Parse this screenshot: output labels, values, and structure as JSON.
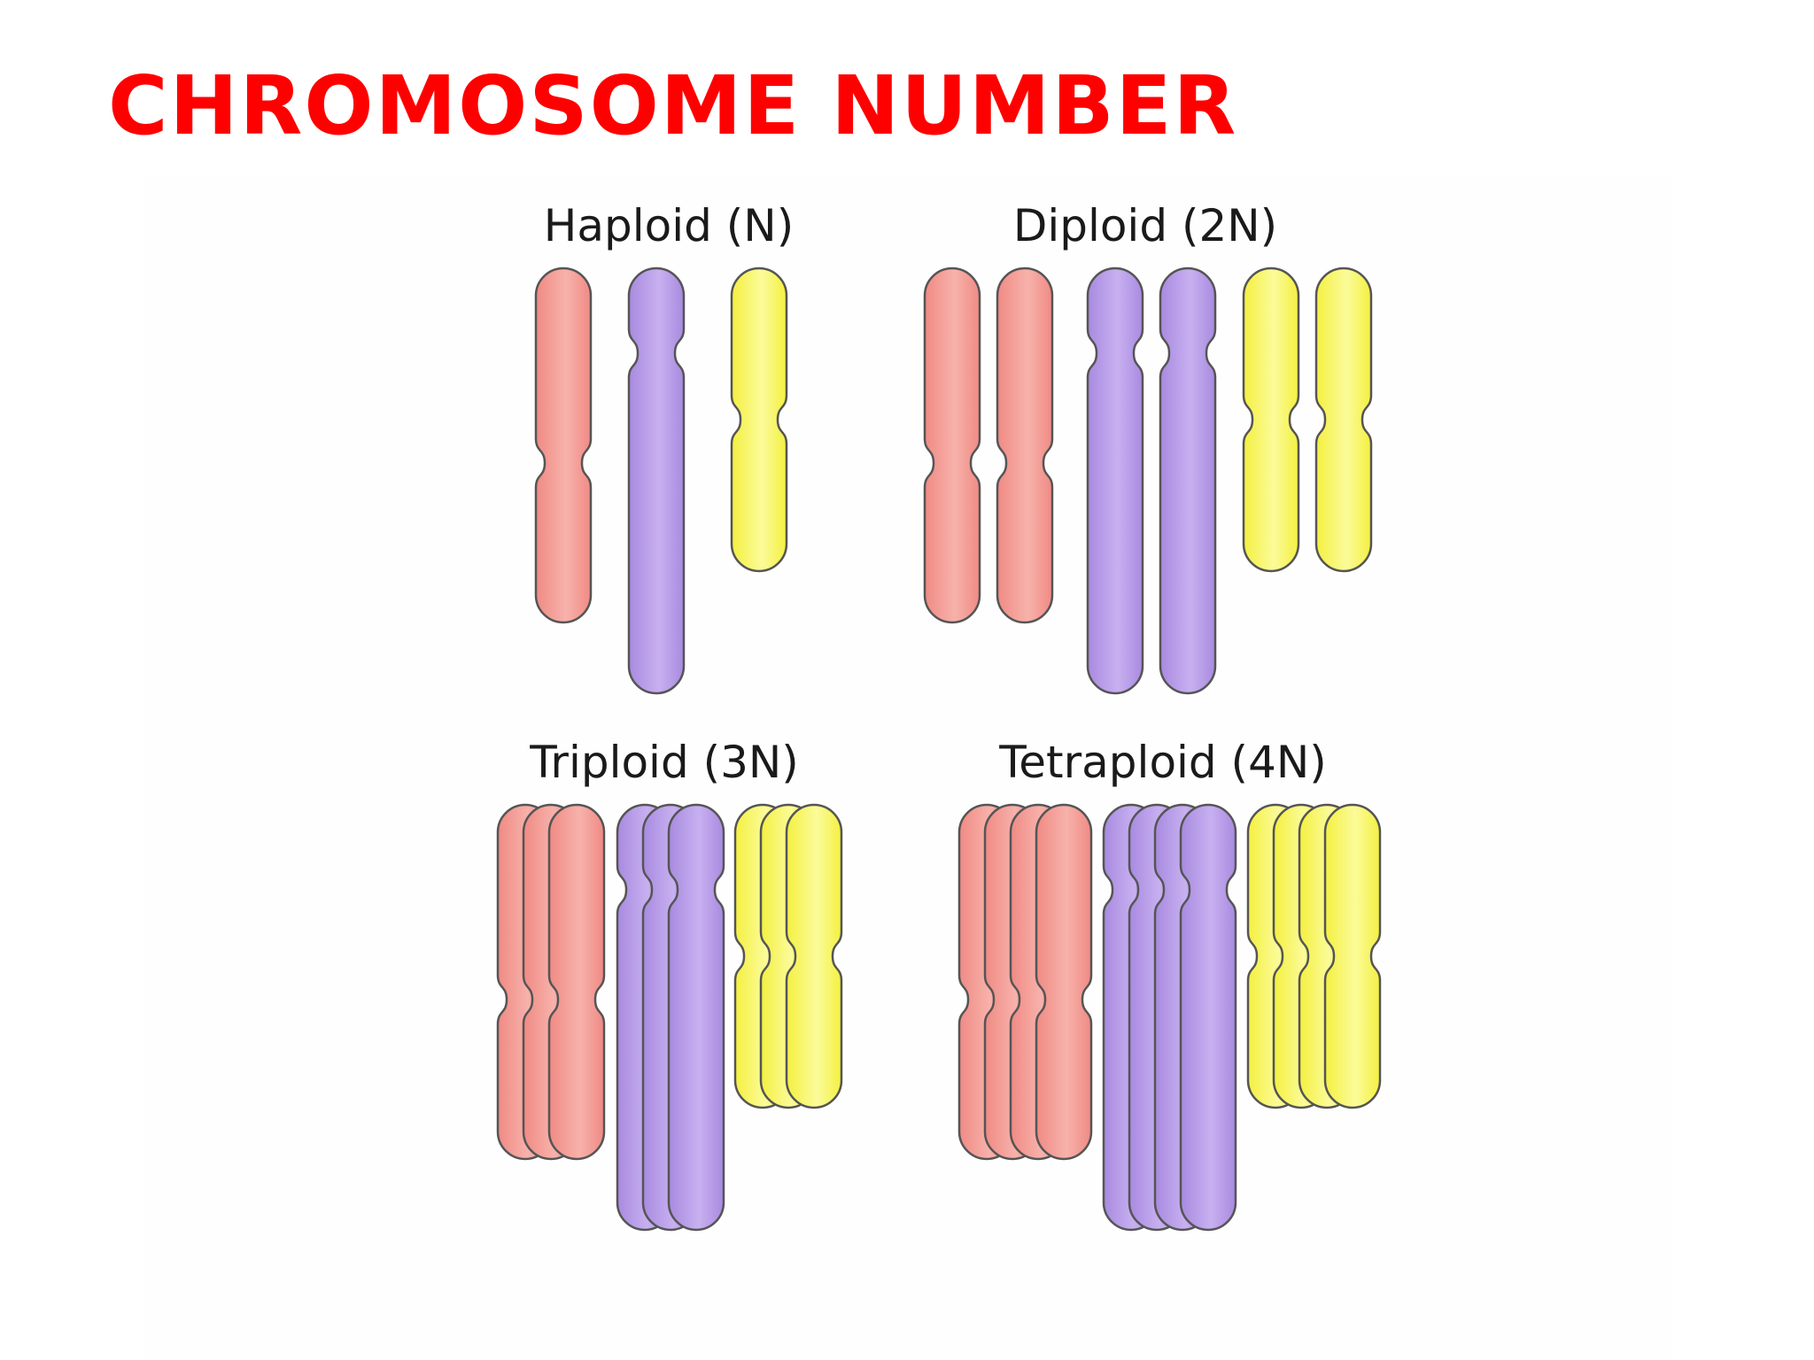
{
  "title": "CHROMOSOME NUMBER",
  "colors": {
    "title": "#ff0000",
    "red": "#f08a84",
    "red_light": "#f7b2ab",
    "purple": "#a88ae0",
    "purple_light": "#c8b0f0",
    "yellow": "#f4f040",
    "yellow_light": "#fbfb9a",
    "outline": "#555555"
  },
  "groups": [
    {
      "label": "Haploid (N)",
      "ploidy": 1
    },
    {
      "label": "Diploid (2N)",
      "ploidy": 2
    },
    {
      "label": "Triploid (3N)",
      "ploidy": 3
    },
    {
      "label": "Tetraploid (4N)",
      "ploidy": 4
    }
  ],
  "chromosome_types": [
    {
      "name": "red",
      "length": "medium",
      "centromere": "middle"
    },
    {
      "name": "purple",
      "length": "long",
      "centromere": "upper"
    },
    {
      "name": "yellow",
      "length": "short",
      "centromere": "middle"
    }
  ]
}
